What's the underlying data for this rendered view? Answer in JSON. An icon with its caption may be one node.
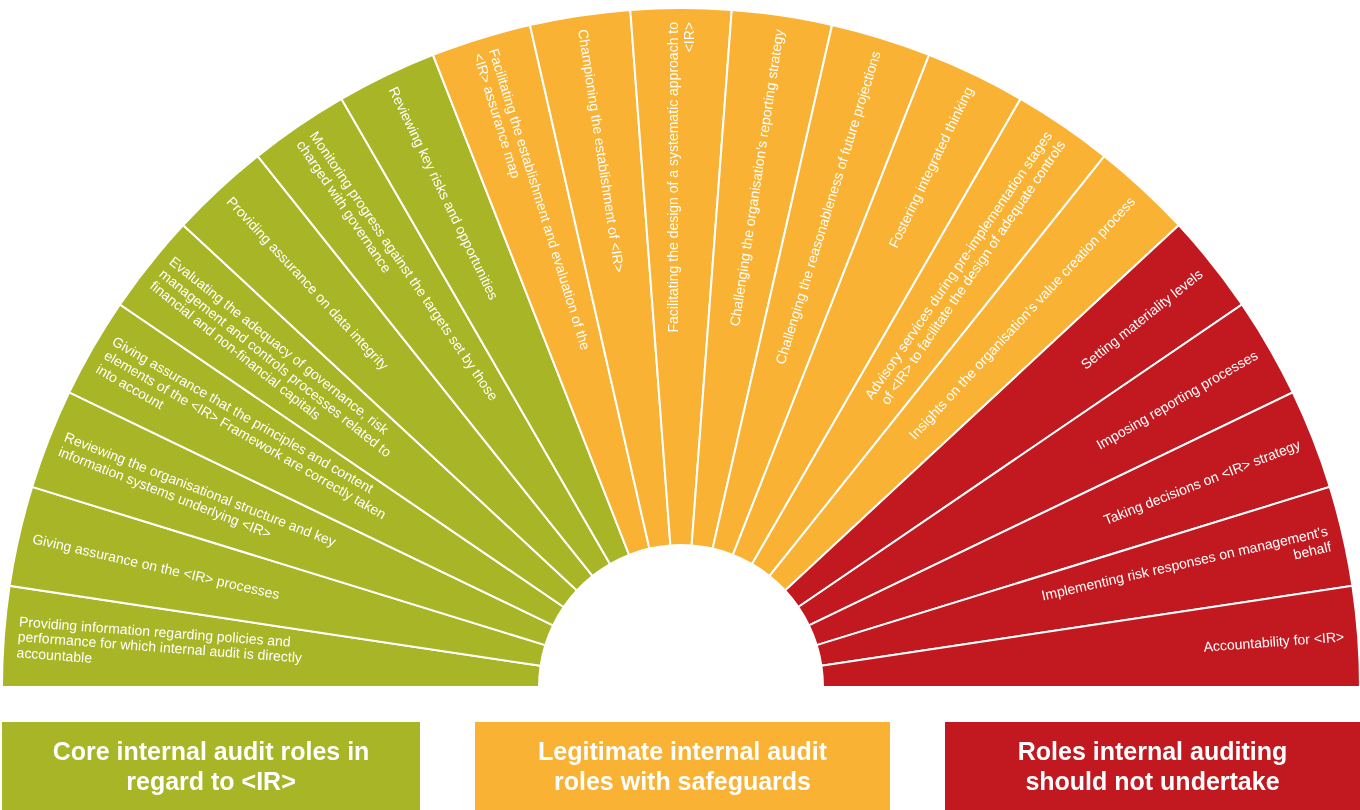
{
  "diagram": {
    "nodes": [
      {
        "text": [
          "Providing information regarding policies and performance for which internal audit is directly accountable"
        ]
      },
      {
        "text": [
          "Giving assurance on the <IR> processes"
        ]
      },
      {
        "text": [
          "Reviewing the organisational structure and key information systems underlying <IR>"
        ]
      },
      {
        "text": [
          "Giving assurance that the principles and content elements of the <IR> Framework are correctly taken into account"
        ]
      },
      {
        "text": [
          "Evaluating the adequacy of governance, risk management and controls processes related to financial and non-financial capitals"
        ]
      },
      {
        "text": [
          "Providing assurance on data integrity"
        ]
      },
      {
        "text": [
          "Monitoring progress against the targets set by those charged with governance"
        ]
      },
      {
        "text": [
          "Reviewing key risks and opportunities"
        ]
      },
      {
        "text": [
          "Facilitating the establishment and evaluation of the <IR> assurance map"
        ]
      },
      {
        "text": [
          "Championing the establishment of <IR>"
        ]
      },
      {
        "text": [
          "Facilitating the design of a systematic approach to <IR>"
        ]
      },
      {
        "text": [
          "Challenging the organisation’s reporting strategy"
        ]
      },
      {
        "text": [
          "Challenging the reasonableness of future projections"
        ]
      },
      {
        "text": [
          "Fostering integrated thinking"
        ]
      },
      {
        "text": [
          "Advisory services during pre-implementation stages of <IR> to facilitate the design of adequate controls"
        ]
      },
      {
        "text": [
          "Insights on the organisation’s value creation process"
        ]
      },
      {
        "text": [
          "Setting materiality levels"
        ]
      },
      {
        "text": [
          "Imposing reporting processes"
        ]
      },
      {
        "text": [
          "Taking decisions on <IR> strategy"
        ]
      },
      {
        "text": [
          "Implementing risk responses on management’s behalf"
        ]
      },
      {
        "text": [
          "Accountability for <IR>"
        ]
      }
    ],
    "edges": [],
    "legend": [
      {
        "text": "Core internal audit roles in regard to <IR>",
        "color": "#a8b526"
      },
      {
        "text": "Legitimate internal audit roles with safeguards",
        "color": "#f9b233"
      },
      {
        "text": "Roles internal auditing should not undertake",
        "color": "#c1191f"
      }
    ]
  }
}
